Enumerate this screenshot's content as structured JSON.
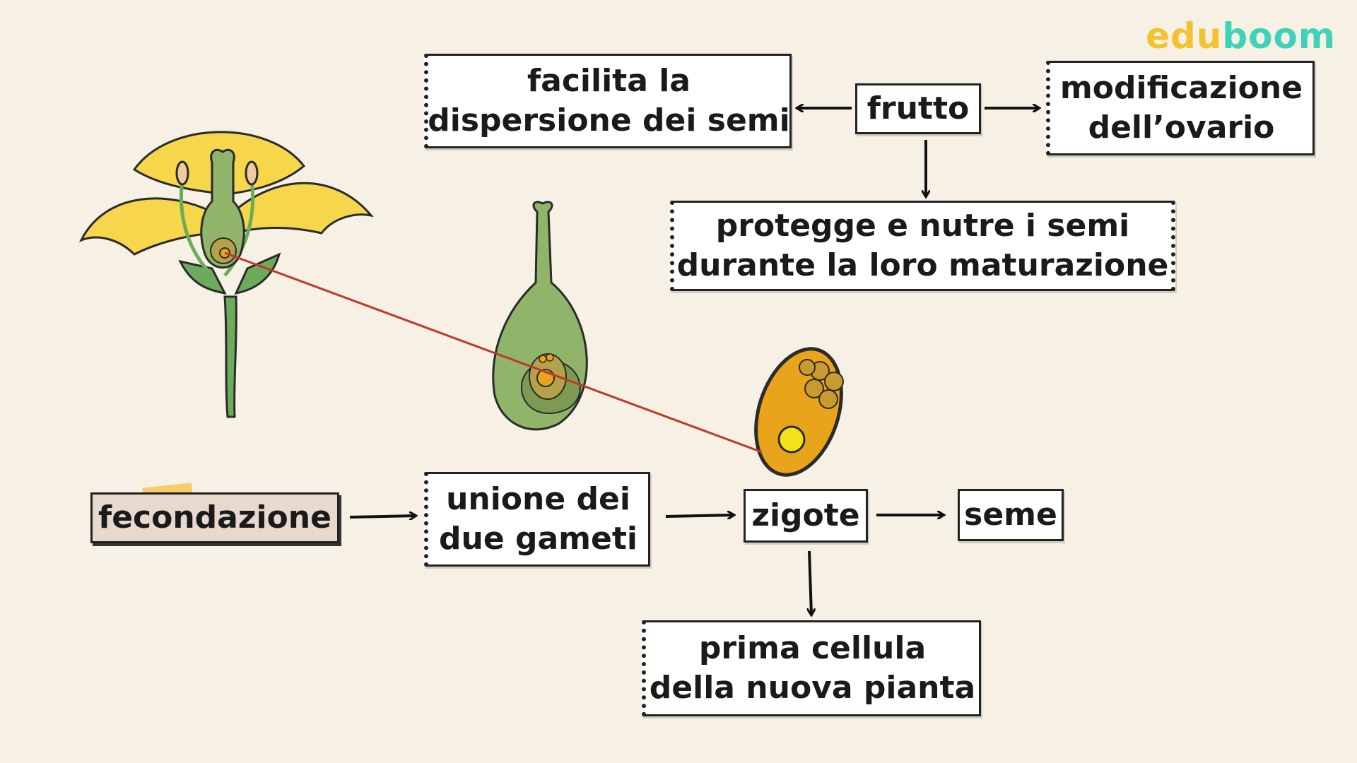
{
  "logo": {
    "part1": "edu",
    "part2": "boom",
    "color1": "#f2c230",
    "color2": "#3ed3b8"
  },
  "nodes": {
    "frutto": "frutto",
    "dispersione": [
      "facilita la",
      "dispersione dei semi"
    ],
    "ovario": [
      "modificazione",
      "dell’ovario"
    ],
    "protegge": [
      "protegge e nutre i semi",
      "durante la loro maturazione"
    ],
    "fecondazione": "fecondazione",
    "unione": [
      "unione dei",
      "due gameti"
    ],
    "zigote": "zigote",
    "seme": "seme",
    "prima": [
      "prima cellula",
      "della nuova pianta"
    ]
  },
  "colors": {
    "petal": "#f6d64a",
    "stem": "#6cab5a",
    "ovary": "#8fb46a",
    "ovule": "#e8a51c",
    "pollen": "#c99a2e",
    "link_line": "#c0392b"
  }
}
